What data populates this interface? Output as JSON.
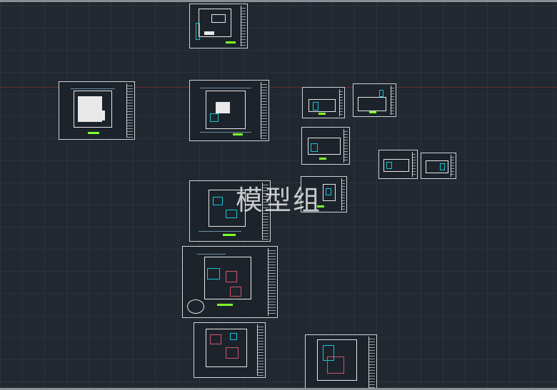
{
  "watermark": {
    "text": "模型组"
  },
  "colors": {
    "background": "#212830",
    "grid": "#2a323b",
    "axis_red": "#6d2d2d",
    "sheet_border": "#cfd3d6",
    "label_green": "#7fff2a",
    "accent_cyan": "#18c6d8",
    "accent_red": "#d1556b"
  },
  "sheets": [
    {
      "id": "s1",
      "kind": "floor-plan"
    },
    {
      "id": "s2",
      "kind": "floor-plan-filled"
    },
    {
      "id": "s3",
      "kind": "floor-plan-dimensioned"
    },
    {
      "id": "s4",
      "kind": "elevation"
    },
    {
      "id": "s5",
      "kind": "elevation"
    },
    {
      "id": "s6",
      "kind": "elevation"
    },
    {
      "id": "s7",
      "kind": "elevation"
    },
    {
      "id": "s8",
      "kind": "elevation"
    },
    {
      "id": "s9",
      "kind": "detail"
    },
    {
      "id": "s10",
      "kind": "furniture-plan"
    },
    {
      "id": "s11",
      "kind": "ceiling-plan"
    },
    {
      "id": "s12",
      "kind": "ceiling-plan"
    },
    {
      "id": "s13",
      "kind": "electrical-plan"
    }
  ]
}
